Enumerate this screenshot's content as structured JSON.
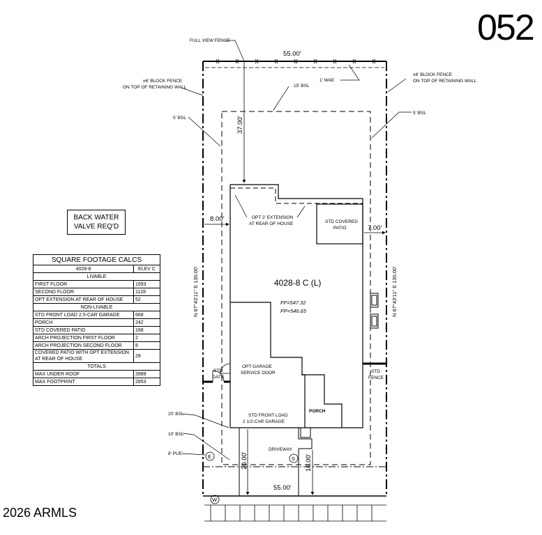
{
  "lot_number": "052",
  "copyright": "2026 ARMLS",
  "backwater_note": [
    "BACK WATER",
    "VALVE REQ'D"
  ],
  "plan_name": "4028-8 C (L)",
  "elevations": {
    "ff": "FF=547.32",
    "fp": "FP=546.65"
  },
  "dimensions": {
    "top": "55.00'",
    "bottom": "55.00'",
    "left_side": "N 67°43'11\" E  130.00'",
    "right_side": "N 67°43'11\" E  130.00'",
    "front_setback": "37.00'",
    "left_setback": "8.00'",
    "right_setback": "7.00'",
    "driveway_left": "20.00'",
    "driveway_right": "16.00'"
  },
  "labels": {
    "full_view_fence": "FULL VIEW FENCE",
    "block_fence_left": [
      "±6' BLOCK FENCE",
      "ON TOP OF RETAINING WALL"
    ],
    "block_fence_right": [
      "±6' BLOCK FENCE",
      "ON TOP OF RETAINING WALL"
    ],
    "wae": "1' WAE",
    "bsl_15": "15' BSL",
    "bsl_5_left": "5' BSL",
    "bsl_5_right": "5' BSL",
    "bsl_20": "20' BSL",
    "bsl_10": "10' BSL",
    "pue_8": "8' PUE",
    "opt_extension": [
      "OPT 2' EXTENSION",
      "AT REAR OF HOUSE"
    ],
    "std_covered_patio": [
      "STD COVERED",
      "PATIO"
    ],
    "std_gate": [
      "STD",
      "GATE"
    ],
    "std_fence": [
      "STD",
      "FENCE"
    ],
    "opt_garage_door": [
      "OPT GARAGE",
      "SERVICE DOOR"
    ],
    "garage": [
      "STD FRONT LOAD",
      "2 1/2-CAR GARAGE"
    ],
    "porch": "PORCH",
    "driveway": "DRIVEWAY",
    "marker_e": "E",
    "marker_s": "S",
    "marker_w": "W"
  },
  "sqft_table": {
    "title": "SQUARE FOOTAGE CALCS",
    "plan": "4028-8",
    "elev": "ELEV C",
    "sections": [
      {
        "header": "LIVABLE",
        "rows": [
          {
            "label": "FIRST FLOOR",
            "value": "1693"
          },
          {
            "label": "SECOND FLOOR",
            "value": "1128"
          },
          {
            "label": "OPT EXTENSION AT REAR OF HOUSE",
            "value": "52"
          }
        ]
      },
      {
        "header": "NON-LIVABLE",
        "rows": [
          {
            "label": "STD FRONT LOAD 2.5-CAR GARAGE",
            "value": "668"
          },
          {
            "label": "PORCH",
            "value": "242"
          },
          {
            "label": "STD COVERED PATIO",
            "value": "168"
          },
          {
            "label": "ARCH PROJECTION FIRST FLOOR",
            "value": "2"
          },
          {
            "label": "ARCH PROJECTION SECOND FLOOR",
            "value": "8"
          },
          {
            "label": "COVERED PATIO WITH OPT EXTENSION AT REAR OF HOUSE",
            "value": "28"
          }
        ]
      },
      {
        "header": "TOTALS",
        "rows": [
          {
            "label": "MAX UNDER ROOF",
            "value": "3989"
          },
          {
            "label": "MAX FOOTPRINT",
            "value": "2853"
          }
        ]
      }
    ]
  }
}
